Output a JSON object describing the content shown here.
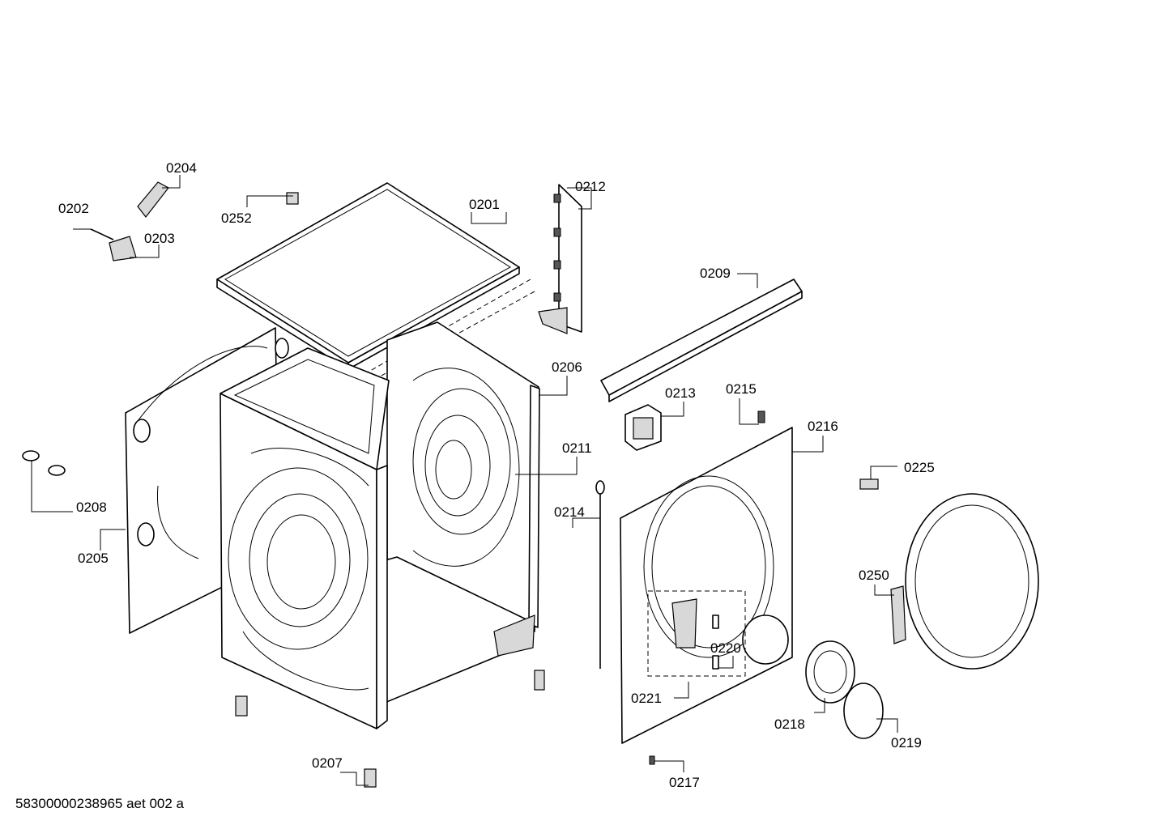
{
  "footer": {
    "code": "58300000238965 aet 002 a"
  },
  "labels": {
    "p0201": "0201",
    "p0202": "0202",
    "p0203": "0203",
    "p0204": "0204",
    "p0205": "0205",
    "p0206": "0206",
    "p0207": "0207",
    "p0208": "0208",
    "p0209": "0209",
    "p0211": "0211",
    "p0212": "0212",
    "p0213": "0213",
    "p0214": "0214",
    "p0215": "0215",
    "p0216": "0216",
    "p0217": "0217",
    "p0218": "0218",
    "p0219": "0219",
    "p0220": "0220",
    "p0221": "0221",
    "p0225": "0225",
    "p0250": "0250",
    "p0252": "0252"
  }
}
